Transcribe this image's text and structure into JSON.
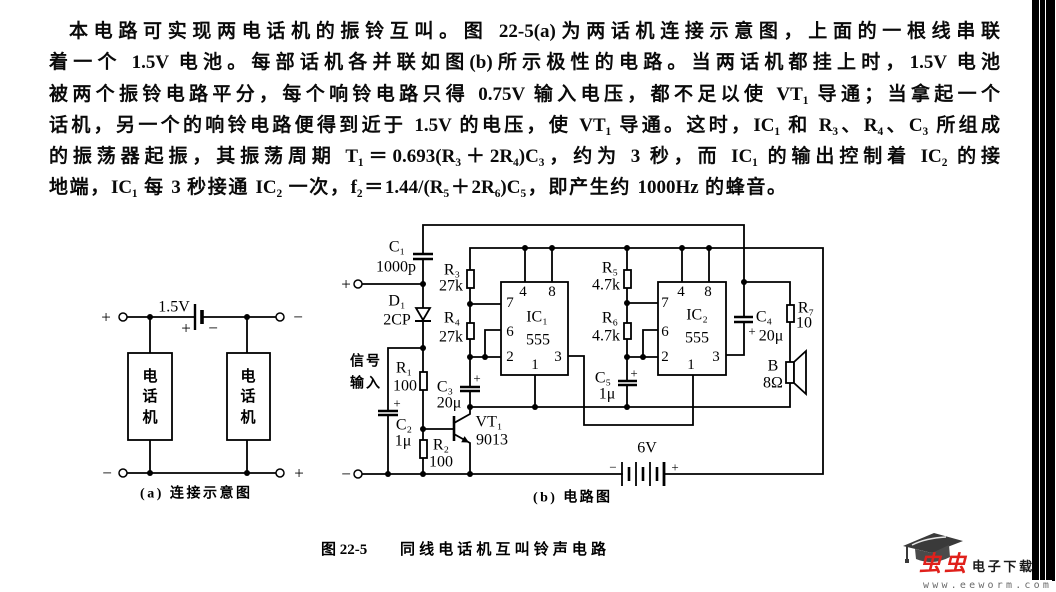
{
  "colors": {
    "page_background": "#ffffff",
    "ink": "#000000",
    "edge_bars": "#000000",
    "watermark_brand": "#e0201b",
    "watermark_text": "#1a1a1a",
    "watermark_url": "#6a6a6a"
  },
  "document": {
    "paragraph_lines": [
      "本电路可实现两电话机的振铃互叫。图 22-5(a)为两话机连接示意图，上面的一根线串联",
      "着一个 1.5V 电池。每部话机各并联如图(b)所示极性的电路。当两话机都挂上时，1.5V 电池",
      "被两个振铃电路平分，每个响铃电路只得 0.75V 输入电压，都不足以使 VT₁ 导通；当拿起一个",
      "话机，另一个的响铃电路便得到近于 1.5V 的电压，使 VT₁ 导通。这时，IC₁ 和 R₃、R₄、C₃ 所组成",
      "的振荡器起振，其振荡周期 T₁＝0.693(R₃＋2R₄)C₃，约为 3 秒，而 IC₁ 的输出控制着 IC₂ 的接",
      "地端，IC₁ 每 3 秒接通 IC₂ 一次，f₂＝1.44/(R₅＋2R₆)C₅，即产生约 1000Hz 的蜂音。"
    ]
  },
  "figure_a": {
    "caption": "(a) 连接示意图",
    "battery": {
      "value": "1.5V",
      "positive": "+",
      "negative": "−"
    },
    "terminals": {
      "top_left": "+",
      "top_right": "−",
      "bottom_left": "−",
      "bottom_right": "+"
    },
    "phones": [
      {
        "label_chars": [
          "电",
          "话",
          "机"
        ]
      },
      {
        "label_chars": [
          "电",
          "话",
          "机"
        ]
      }
    ]
  },
  "figure_b": {
    "caption": "(b) 电路图",
    "input_terminal": {
      "positive": "+",
      "negative": "−"
    },
    "signal_input_label": [
      "信号",
      "输入"
    ],
    "components": {
      "C1": {
        "ref": "C₁",
        "value": "1000p"
      },
      "D1": {
        "ref": "D₁",
        "value": "2CP"
      },
      "R1": {
        "ref": "R₁",
        "value": "100"
      },
      "R2": {
        "ref": "R₂",
        "value": "100"
      },
      "R3": {
        "ref": "R₃",
        "value": "27k"
      },
      "R4": {
        "ref": "R₄",
        "value": "27k"
      },
      "R5": {
        "ref": "R₅",
        "value": "4.7k"
      },
      "R6": {
        "ref": "R₆",
        "value": "4.7k"
      },
      "R7": {
        "ref": "R₇",
        "value": "10"
      },
      "C2": {
        "ref": "C₂",
        "value": "1μ",
        "polarity": "+"
      },
      "C3": {
        "ref": "C₃",
        "value": "20μ",
        "polarity": "+"
      },
      "C4": {
        "ref": "C₄",
        "value": "20μ",
        "polarity": "+"
      },
      "C5": {
        "ref": "C₅",
        "value": "1μ",
        "polarity": "+"
      },
      "VT1": {
        "ref": "VT₁",
        "value": "9013"
      },
      "IC1": {
        "ref": "IC₁",
        "value": "555",
        "pins": {
          "p1": "1",
          "p2": "2",
          "p3": "3",
          "p4": "4",
          "p6": "6",
          "p7": "7",
          "p8": "8"
        }
      },
      "IC2": {
        "ref": "IC₂",
        "value": "555",
        "pins": {
          "p1": "1",
          "p2": "2",
          "p3": "3",
          "p4": "4",
          "p6": "6",
          "p7": "7",
          "p8": "8"
        }
      },
      "B": {
        "ref": "B",
        "value": "8Ω"
      },
      "battery": {
        "value": "6V",
        "negative": "−",
        "positive": "+"
      }
    }
  },
  "figure_caption": {
    "number": "图 22-5",
    "title": "同线电话机互叫铃声电路"
  },
  "watermark": {
    "brand": "虫虫",
    "text": "电子下载",
    "url": "www.eeworm.com"
  }
}
